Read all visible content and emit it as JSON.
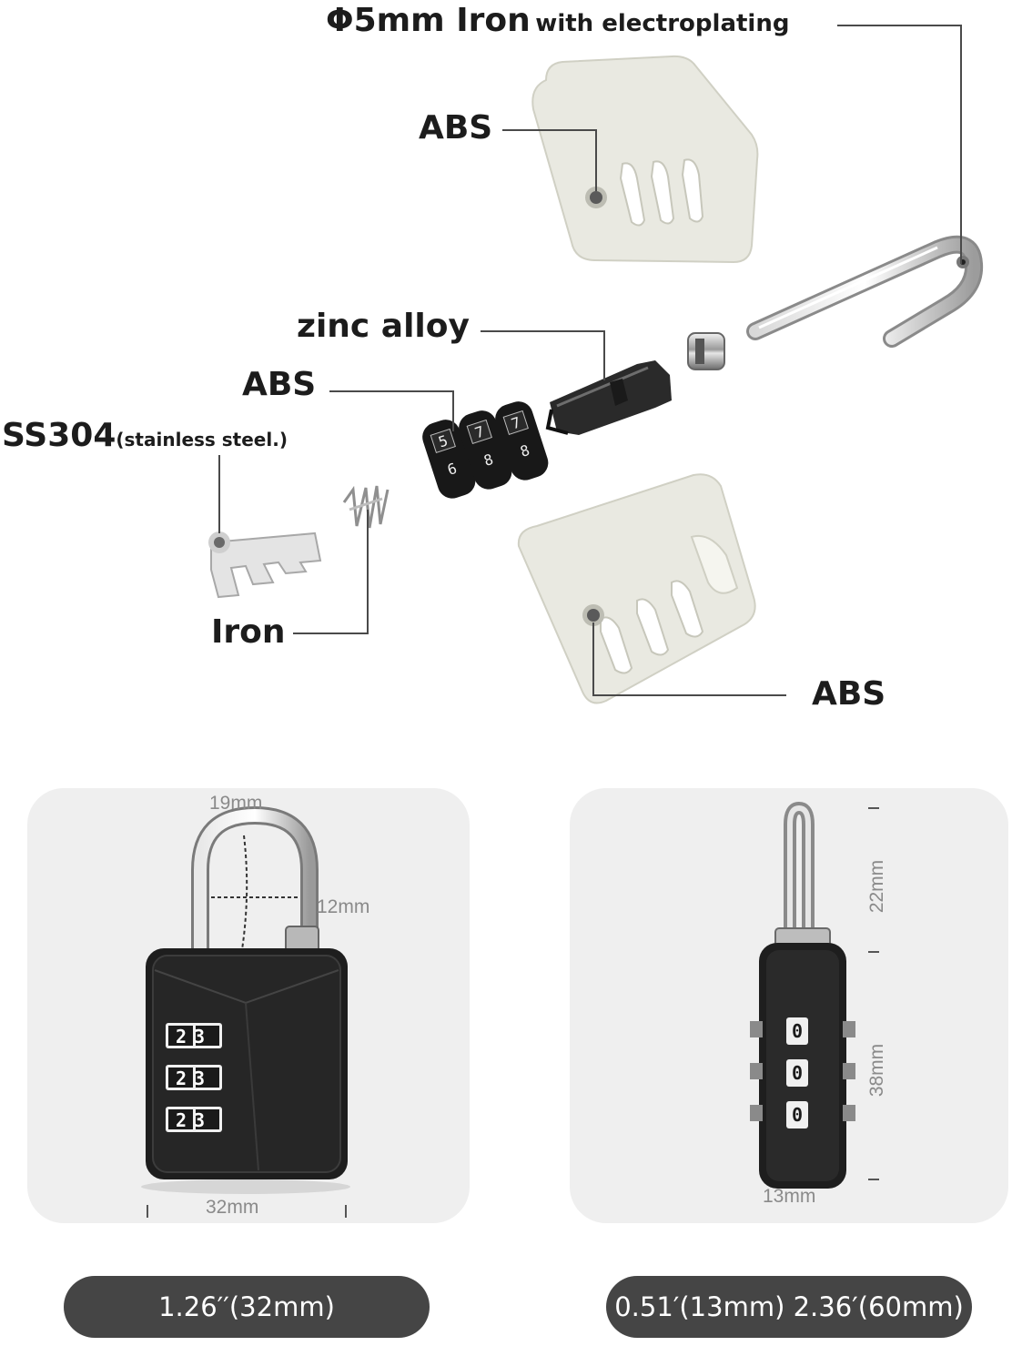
{
  "callouts": {
    "shackle_prefix": "Φ5mm Iron",
    "shackle_suffix": "with electroplating",
    "top_shell": "ABS",
    "cylinder": "zinc alloy",
    "dials": "ABS",
    "plate_main": "SS304",
    "plate_sub": "(stainless steel.)",
    "spring": "Iron",
    "bottom_shell": "ABS"
  },
  "front_view": {
    "width_top": "19mm",
    "shackle_height": "12mm",
    "body_width": "32mm",
    "dial_digits": [
      "23",
      "23",
      "23"
    ]
  },
  "side_view": {
    "shackle_length": "22mm",
    "body_height": "38mm",
    "thickness": "13mm",
    "dial_digits": [
      "0",
      "0",
      "0"
    ]
  },
  "pills": {
    "left": "1.26′′(32mm)",
    "right": "0.51′(13mm) 2.36′(60mm)"
  },
  "colors": {
    "panel": "#efefef",
    "pill": "#454545",
    "lock_body": "#1e1e1e",
    "shell": "#e9e9e1"
  }
}
